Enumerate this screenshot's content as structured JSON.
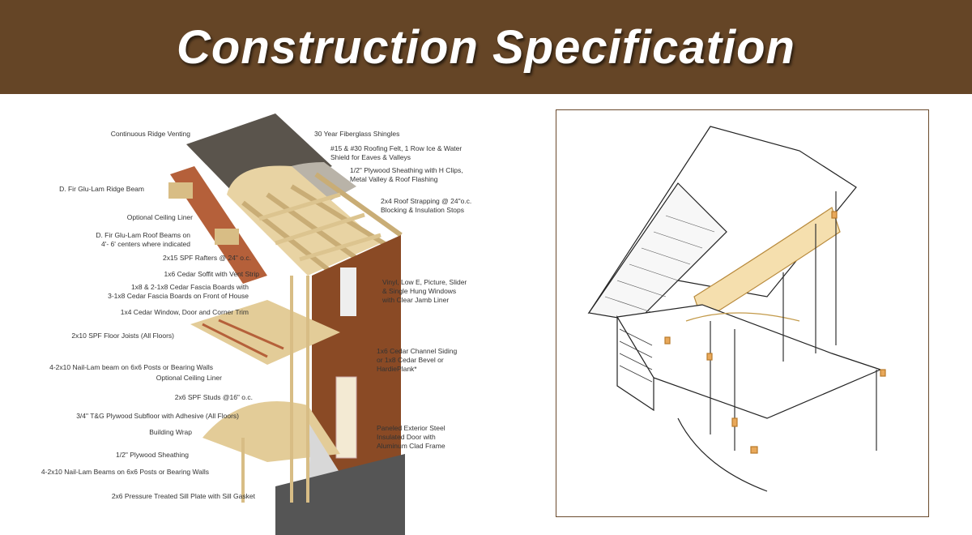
{
  "header": {
    "title": "Construction Specification"
  },
  "colors": {
    "header_bg": "#654526",
    "frame_border": "#6b4b2e",
    "wood": "#e8d3a3",
    "siding": "#8a4a25",
    "shingles": "#5a544c"
  },
  "left_diagram": {
    "labels": [
      "Continuous Ridge Venting",
      "30 Year Fiberglass Shingles",
      "#15 & #30 Roofing Felt, 1 Row Ice & Water\nShield for Eaves & Valleys",
      "1/2\" Plywood Sheathing with H Clips,\nMetal Valley & Roof Flashing",
      "D. Fir Glu-Lam Ridge Beam",
      "2x4 Roof Strapping @ 24\"o.c.\nBlocking & Insulation Stops",
      "Optional Ceiling Liner",
      "D. Fir Glu-Lam Roof Beams on\n4'- 6' centers where indicated",
      "2x15 SPF Rafters @ 24\" o.c.",
      "1x6 Cedar Soffit with Vent Strip",
      "1x8 & 2-1x8 Cedar Fascia Boards with\n3-1x8 Cedar Fascia Boards on Front of House",
      "Vinyl, Low E, Picture, Slider\n& Single Hung Windows\nwith Clear Jamb Liner",
      "1x4 Cedar Window, Door and Corner Trim",
      "2x10 SPF Floor Joists (All Floors)",
      "1x6 Cedar Channel Siding\nor 1x8 Cedar Bevel or\nHardiePlank*",
      "4-2x10 Nail-Lam beam on 6x6 Posts or Bearing Walls",
      "Optional Ceiling Liner",
      "2x6 SPF Studs @16\" o.c.",
      "3/4\" T&G Plywood Subfloor with Adhesive (All Floors)",
      "Building Wrap",
      "Paneled Exterior Steel\nInsulated Door with\nAluminum Clad Frame",
      "1/2\" Plywood Sheathing",
      "4-2x10 Nail-Lam Beams on 6x6 Posts or Bearing Walls",
      "2x6 Pressure Treated Sill Plate with Sill Gasket"
    ]
  }
}
